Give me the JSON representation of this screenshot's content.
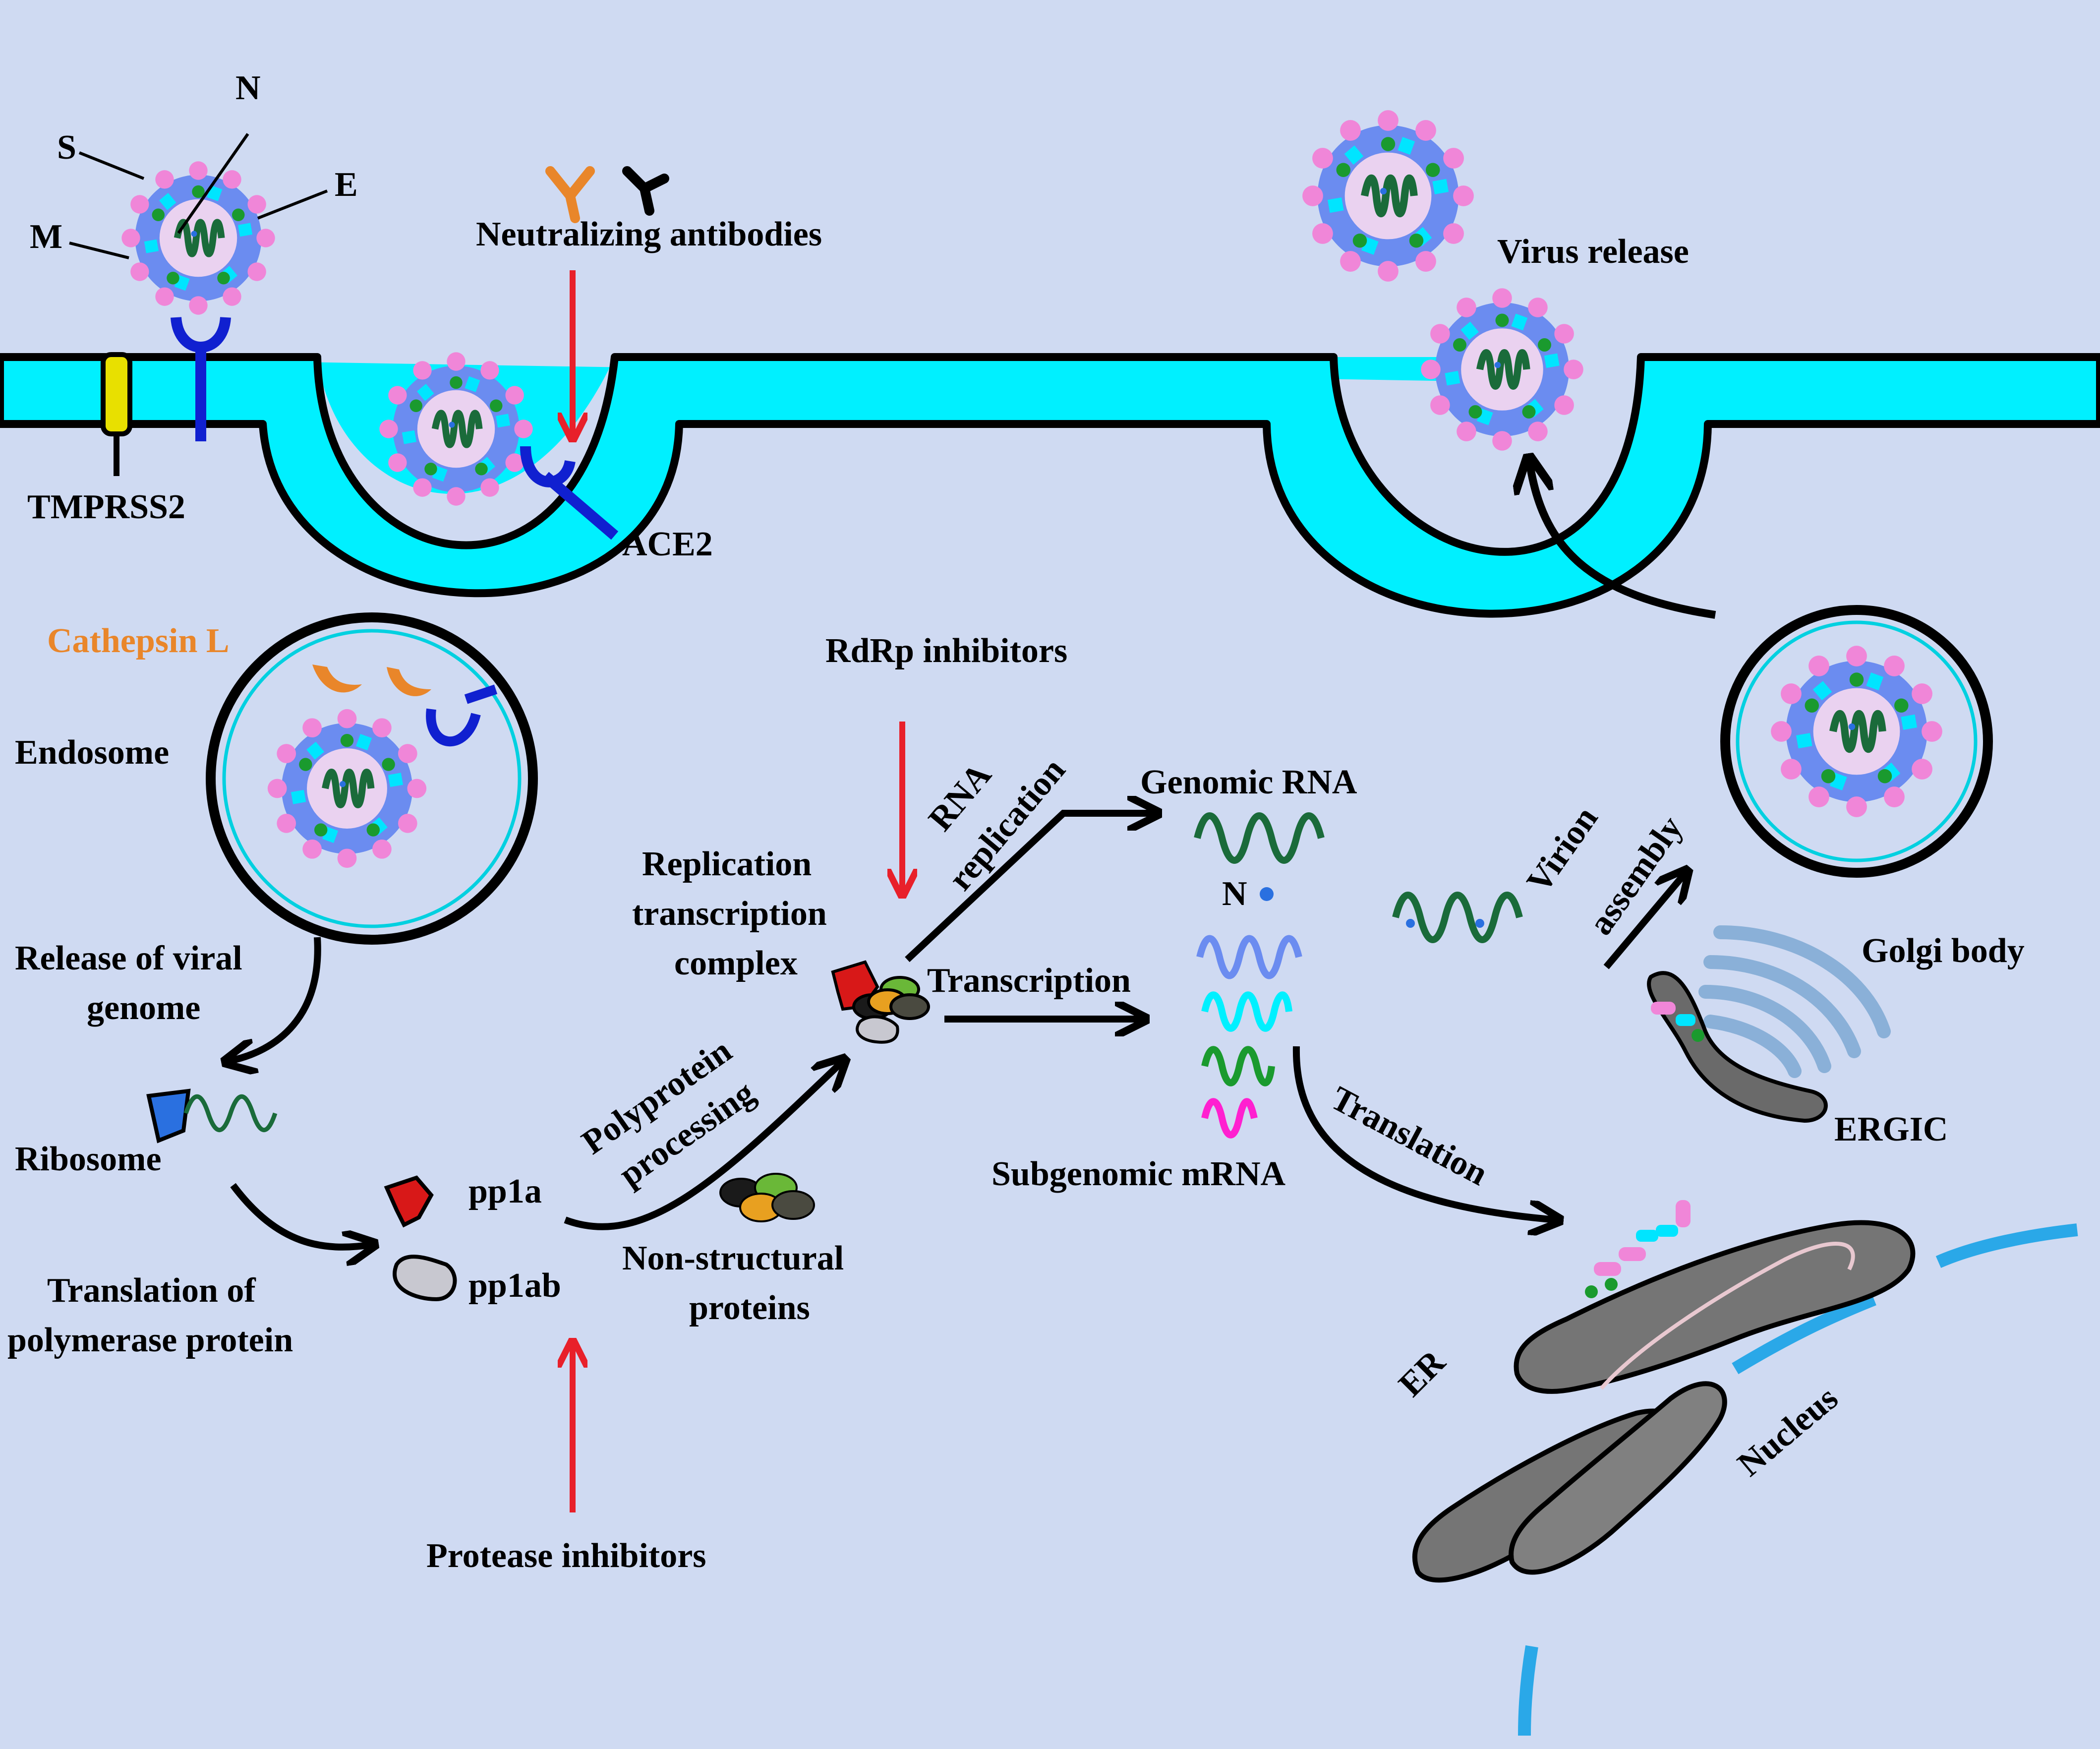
{
  "labels": {
    "s": "S",
    "n": "N",
    "e": "E",
    "m": "M",
    "tmprss2": "TMPRSS2",
    "ace2": "ACE2",
    "neutralizing": "Neutralizing antibodies",
    "virus_release": "Virus release",
    "cathepsin": "Cathepsin L",
    "endosome": "Endosome",
    "rdrp": "RdRp inhibitors",
    "rna_replication_1": "RNA",
    "rna_replication_2": "replication",
    "genomic_rna": "Genomic RNA",
    "n_dot": "N",
    "replication_1": "Replication",
    "replication_2": "transcription",
    "replication_3": "complex",
    "transcription": "Transcription",
    "virion_1": "Virion",
    "virion_2": "assembly",
    "golgi": "Golgi body",
    "release_genome_1": "Release of viral",
    "release_genome_2": "genome",
    "ribosome": "Ribosome",
    "polyprotein_1": "Polyprotein",
    "polyprotein_2": "processing",
    "pp1a": "pp1a",
    "pp1ab": "pp1ab",
    "nsp_1": "Non-structural",
    "nsp_2": "proteins",
    "subgenomic": "Subgenomic mRNA",
    "translation": "Translation",
    "ergic": "ERGIC",
    "translation_poly_1": "Translation of",
    "translation_poly_2": "polymerase protein",
    "er": "ER",
    "nucleus": "Nucleus",
    "protease": "Protease inhibitors"
  },
  "colors": {
    "background": "#cfdaf2",
    "membrane": "#00f0ff",
    "envelope": "#6b8cf0",
    "spike": "#f086d8",
    "m_protein": "#00e5ff",
    "e_protein": "#1a9a2e",
    "rna": "#1a6b3a",
    "inhibitor_arrow": "#e8202a",
    "ace2": "#1020d0",
    "tmprss2": "#e8e000",
    "cathepsin": "#e9862a",
    "nucleus": "#2aa8e8",
    "er": "#808080"
  }
}
